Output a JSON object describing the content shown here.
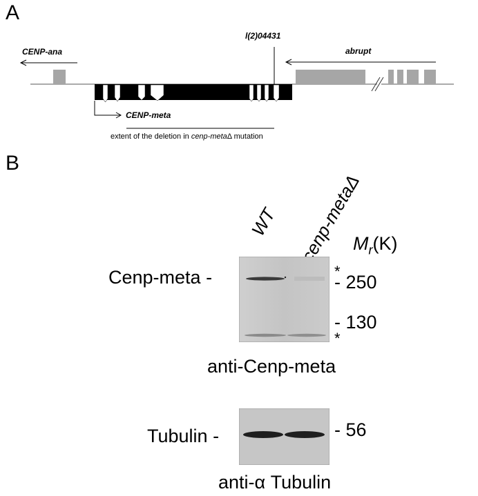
{
  "panel_a": {
    "letter": "A",
    "gene_left": "CENP-ana",
    "gene_right": "abrupt",
    "insertion": "l(2)04431",
    "gene_center": "CENP-meta",
    "deletion_prefix": "extent of the deletion in ",
    "deletion_allele": "cenp-meta",
    "deletion_delta": "Δ",
    "deletion_suffix": " mutation"
  },
  "panel_b": {
    "letter": "B",
    "lanes": {
      "wt": "WT",
      "mutant": "cenp-meta",
      "mutant_delta": "Δ"
    },
    "mw_header": {
      "symbol": "M",
      "sub": "r",
      "unit": "(K)"
    },
    "markers": [
      "250",
      "130",
      "56"
    ],
    "asterisk": "*",
    "dash": "-",
    "top_blot": {
      "protein": "Cenp-meta",
      "antibody": "anti-Cenp-meta"
    },
    "bottom_blot": {
      "protein": "Tubulin",
      "antibody_prefix": "anti-",
      "antibody_greek": "α",
      "antibody_suffix": " Tubulin"
    }
  }
}
